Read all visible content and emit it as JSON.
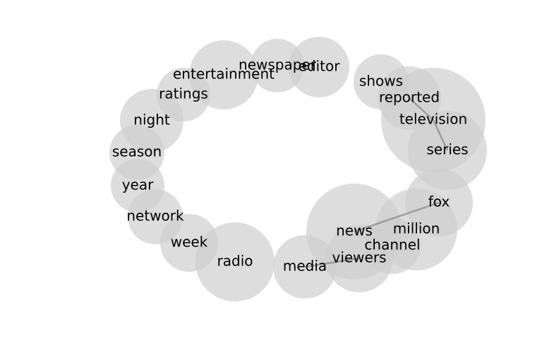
{
  "diagram": {
    "type": "word-bubble-network",
    "circle_color": "#cfcfcf",
    "edge_color": "#8a8a8a",
    "text_color": "#000000",
    "nodes": [
      {
        "id": "entertainment",
        "label": "entertainment"
      },
      {
        "id": "newspaper",
        "label": "newspaper"
      },
      {
        "id": "editor",
        "label": "editor"
      },
      {
        "id": "shows",
        "label": "shows"
      },
      {
        "id": "reported",
        "label": "reported"
      },
      {
        "id": "television",
        "label": "television"
      },
      {
        "id": "series",
        "label": "series"
      },
      {
        "id": "ratings",
        "label": "ratings"
      },
      {
        "id": "night",
        "label": "night"
      },
      {
        "id": "season",
        "label": "season"
      },
      {
        "id": "year",
        "label": "year"
      },
      {
        "id": "network",
        "label": "network"
      },
      {
        "id": "week",
        "label": "week"
      },
      {
        "id": "radio",
        "label": "radio"
      },
      {
        "id": "media",
        "label": "media"
      },
      {
        "id": "news",
        "label": "news"
      },
      {
        "id": "viewers",
        "label": "viewers"
      },
      {
        "id": "channel",
        "label": "channel"
      },
      {
        "id": "million",
        "label": "million"
      },
      {
        "id": "fox",
        "label": "fox"
      }
    ],
    "edges": [
      {
        "source": "reported",
        "target": "television"
      },
      {
        "source": "television",
        "target": "series"
      },
      {
        "source": "media",
        "target": "viewers"
      },
      {
        "source": "news",
        "target": "fox"
      }
    ]
  }
}
